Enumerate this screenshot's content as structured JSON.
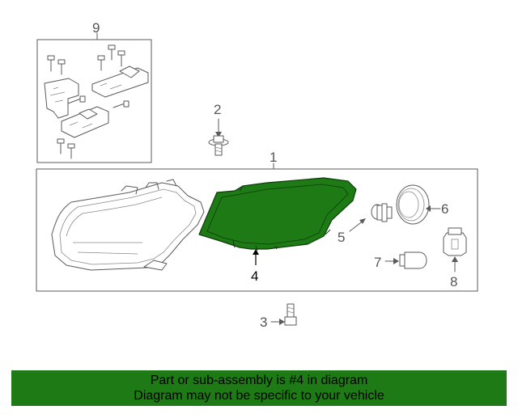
{
  "callouts": {
    "c1": "1",
    "c2": "2",
    "c3": "3",
    "c4": "4",
    "c5": "5",
    "c6": "6",
    "c7": "7",
    "c8": "8",
    "c9": "9"
  },
  "banner": {
    "line1": "Part or sub-assembly is #4 in diagram",
    "line2": "Diagram may not be specific to your vehicle"
  },
  "colors": {
    "highlight": "#1d7a14",
    "banner_bg": "#1d7a14",
    "line": "#5a5a5a"
  }
}
